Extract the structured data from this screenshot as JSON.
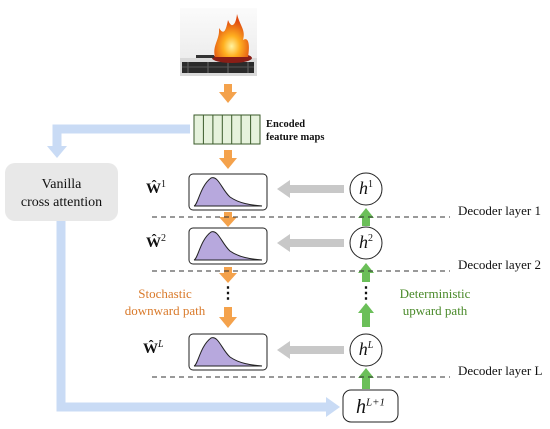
{
  "image": {
    "label": "Photo of a frying pan on fire on a gas stovetop"
  },
  "encoder": {
    "label": "Encoded feature maps"
  },
  "vanilla": {
    "label_line1": "Vanilla",
    "label_line2": "cross attention"
  },
  "weights": [
    {
      "base": "Ŵ",
      "sup": "1"
    },
    {
      "base": "Ŵ",
      "sup": "2"
    },
    {
      "base": "Ŵ",
      "sup": "L"
    }
  ],
  "hidden": [
    {
      "base": "h",
      "sup": "1"
    },
    {
      "base": "h",
      "sup": "2"
    },
    {
      "base": "h",
      "sup": "L"
    },
    {
      "base": "h",
      "sup": "L+1"
    }
  ],
  "layers": [
    {
      "label": "Decoder layer 1"
    },
    {
      "label": "Decoder layer 2"
    },
    {
      "label": "Decoder layer L"
    }
  ],
  "paths": {
    "down_line1": "Stochastic",
    "down_line2": "downward path",
    "up_line1": "Deterministic",
    "up_line2": "upward path",
    "ellipsis": "⋮"
  },
  "colors": {
    "orange": "#f4a24c",
    "green": "#6bbf59",
    "blue": "#c9dbf5",
    "gray": "#c8c8c8",
    "purple": "#b7a8dd",
    "encoder_fill": "#e6f2dc",
    "encoder_stroke": "#3a5a2a"
  }
}
